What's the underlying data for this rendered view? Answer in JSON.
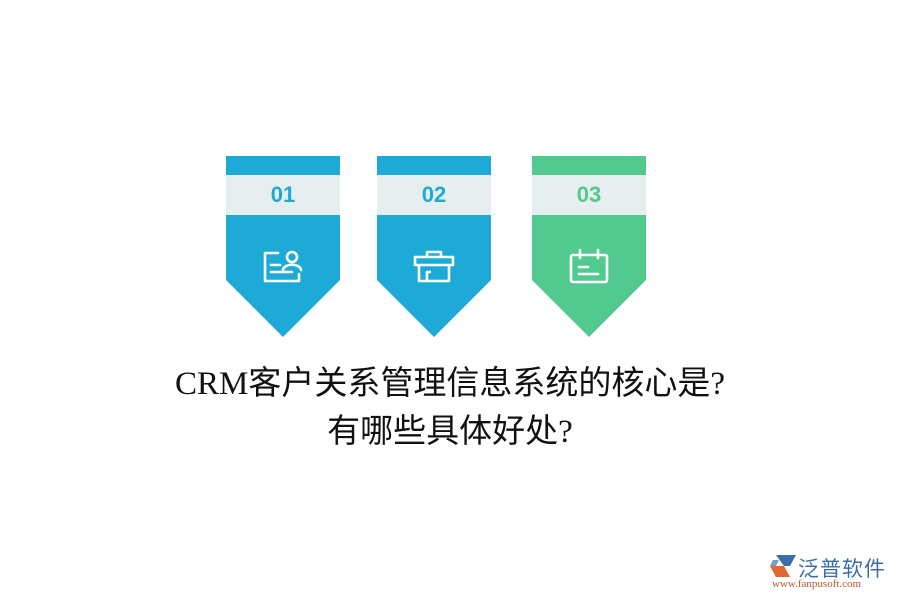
{
  "colors": {
    "blue": "#1eaad6",
    "green": "#52c98f",
    "band": "#e7eef0",
    "logo_blue": "#3c6ea8",
    "logo_orange": "#c0542e"
  },
  "cards": [
    {
      "number": "01",
      "icon": "user-card-icon",
      "color": "#1eaad6"
    },
    {
      "number": "02",
      "icon": "toolbox-icon",
      "color": "#1eaad6"
    },
    {
      "number": "03",
      "icon": "calendar-icon",
      "color": "#52c98f"
    }
  ],
  "title": {
    "line1": "CRM客户关系管理信息系统的核心是?",
    "line2": "有哪些具体好处?"
  },
  "logo": {
    "name": "泛普软件",
    "url": "www.fanpusoft.com"
  }
}
